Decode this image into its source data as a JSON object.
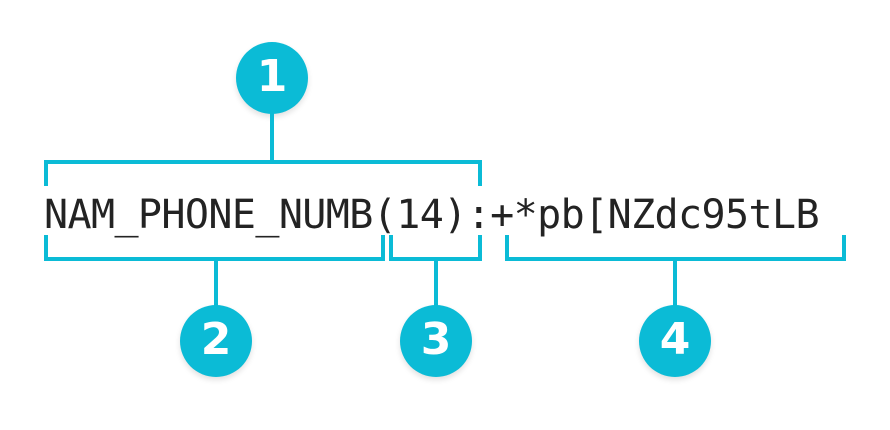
{
  "theme": {
    "accent": "#0bbbd6",
    "text": "#232323",
    "background": "#ffffff"
  },
  "code": {
    "full_string": "NAM_PHONE_NUMB(14):+*pb[NZdc95tLB",
    "segments": [
      {
        "id": "field-name",
        "text": "NAM_PHONE_NUMB"
      },
      {
        "id": "length",
        "text": "(14)"
      },
      {
        "id": "separator",
        "text": ":"
      },
      {
        "id": "value",
        "text": "+*pb[NZdc95tLB"
      }
    ]
  },
  "annotations": [
    {
      "number": "1",
      "position": "above",
      "covers": "NAM_PHONE_NUMB(14)"
    },
    {
      "number": "2",
      "position": "below",
      "covers": "NAM_PHONE_NUMB"
    },
    {
      "number": "3",
      "position": "below",
      "covers": "(14)"
    },
    {
      "number": "4",
      "position": "below",
      "covers": "+*pb[NZdc95tLB"
    }
  ]
}
